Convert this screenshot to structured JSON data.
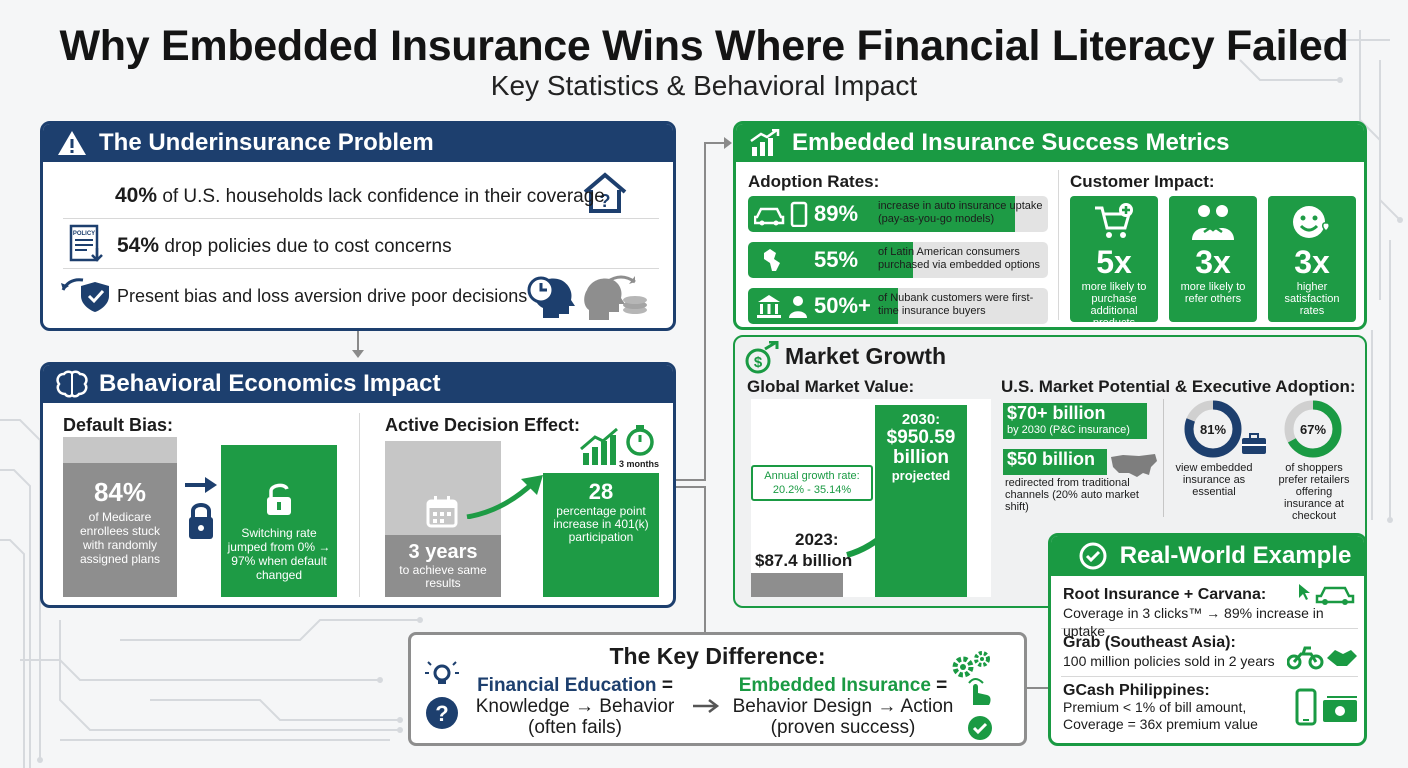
{
  "title": "Why Embedded Insurance Wins Where Financial Literacy Failed",
  "subtitle": "Key Statistics & Behavioral Impact",
  "colors": {
    "navy": "#1d3f6e",
    "green": "#1a9a43",
    "gray": "#8e8e8e"
  },
  "underinsurance": {
    "heading": "The Underinsurance Problem",
    "stat1_value": "40%",
    "stat1_text": "of U.S. households lack confidence in their coverage",
    "policy_label": "POLICY",
    "stat2_value": "54%",
    "stat2_text": "drop policies due to cost concerns",
    "stat3_text": "Present bias and loss aversion drive poor decisions"
  },
  "behavioral": {
    "heading": "Behavioral Economics Impact",
    "default_bias": {
      "label": "Default Bias:",
      "gray_value": "84%",
      "gray_text": "of Medicare enrollees stuck with randomly assigned plans",
      "green_text": "Switching rate jumped from 0% → 97% when default changed"
    },
    "active_decision": {
      "label": "Active Decision Effect:",
      "months_label": "3 months",
      "gray_value": "3 years",
      "gray_text": "to achieve same results",
      "green_value": "28",
      "green_text": "percentage point increase in 401(k) participation"
    }
  },
  "metrics": {
    "heading": "Embedded Insurance Success Metrics",
    "adoption_label": "Adoption Rates:",
    "adoption": [
      {
        "value": "89%",
        "text": "increase in auto insurance uptake (pay-as-you-go models)",
        "fill": 0.89
      },
      {
        "value": "55%",
        "text": "of Latin American consumers purchased via embedded options",
        "fill": 0.55
      },
      {
        "value": "50%+",
        "text": "of Nubank customers were first-time insurance buyers",
        "fill": 0.5
      }
    ],
    "impact_label": "Customer Impact:",
    "impact": [
      {
        "value": "5x",
        "text": "more likely to purchase additional products",
        "icon": "cart-plus-icon"
      },
      {
        "value": "3x",
        "text": "more likely to refer others",
        "icon": "people-icon"
      },
      {
        "value": "3x",
        "text": "higher satisfaction rates",
        "icon": "smile-heart-icon"
      }
    ],
    "growth_heading": "Market Growth",
    "global_label": "Global Market Value:",
    "growth_rate_label": "Annual growth rate:",
    "growth_rate_value": "20.2% - 35.14%",
    "value_2023_year": "2023:",
    "value_2023": "$87.4 billion",
    "value_2030_year": "2030:",
    "value_2030": "$950.59 billion",
    "value_2030_note": "projected",
    "us_label": "U.S. Market Potential & Executive Adoption:",
    "us_value1": "$70+ billion",
    "us_value1_note": "by 2030 (P&C insurance)",
    "us_value2": "$50 billion",
    "us_value2_note": "redirected from traditional channels (20% auto market shift)",
    "donut1_value": "81%",
    "donut1_fraction": 0.81,
    "donut1_text": "view embedded insurance as essential",
    "donut2_value": "67%",
    "donut2_fraction": 0.67,
    "donut2_text": "of shoppers prefer retailers offering insurance at checkout"
  },
  "key_difference": {
    "heading": "The Key Difference:",
    "left_title": "Financial Education",
    "left_eq": "=",
    "left_line": "Knowledge → Behavior",
    "left_note": "(often fails)",
    "right_title": "Embedded Insurance",
    "right_eq": "=",
    "right_line": "Behavior Design → Action",
    "right_note": "(proven success)"
  },
  "real_world": {
    "heading": "Real-World Example",
    "items": [
      {
        "title": "Root Insurance + Carvana:",
        "text": "Coverage in 3 clicks™ → 89% increase in uptake"
      },
      {
        "title": "Grab (Southeast Asia):",
        "text": "100 million policies sold in 2 years"
      },
      {
        "title": "GCash Philippines:",
        "text": "Premium < 1% of bill amount,",
        "text2": "Coverage = 36x premium value"
      }
    ]
  }
}
